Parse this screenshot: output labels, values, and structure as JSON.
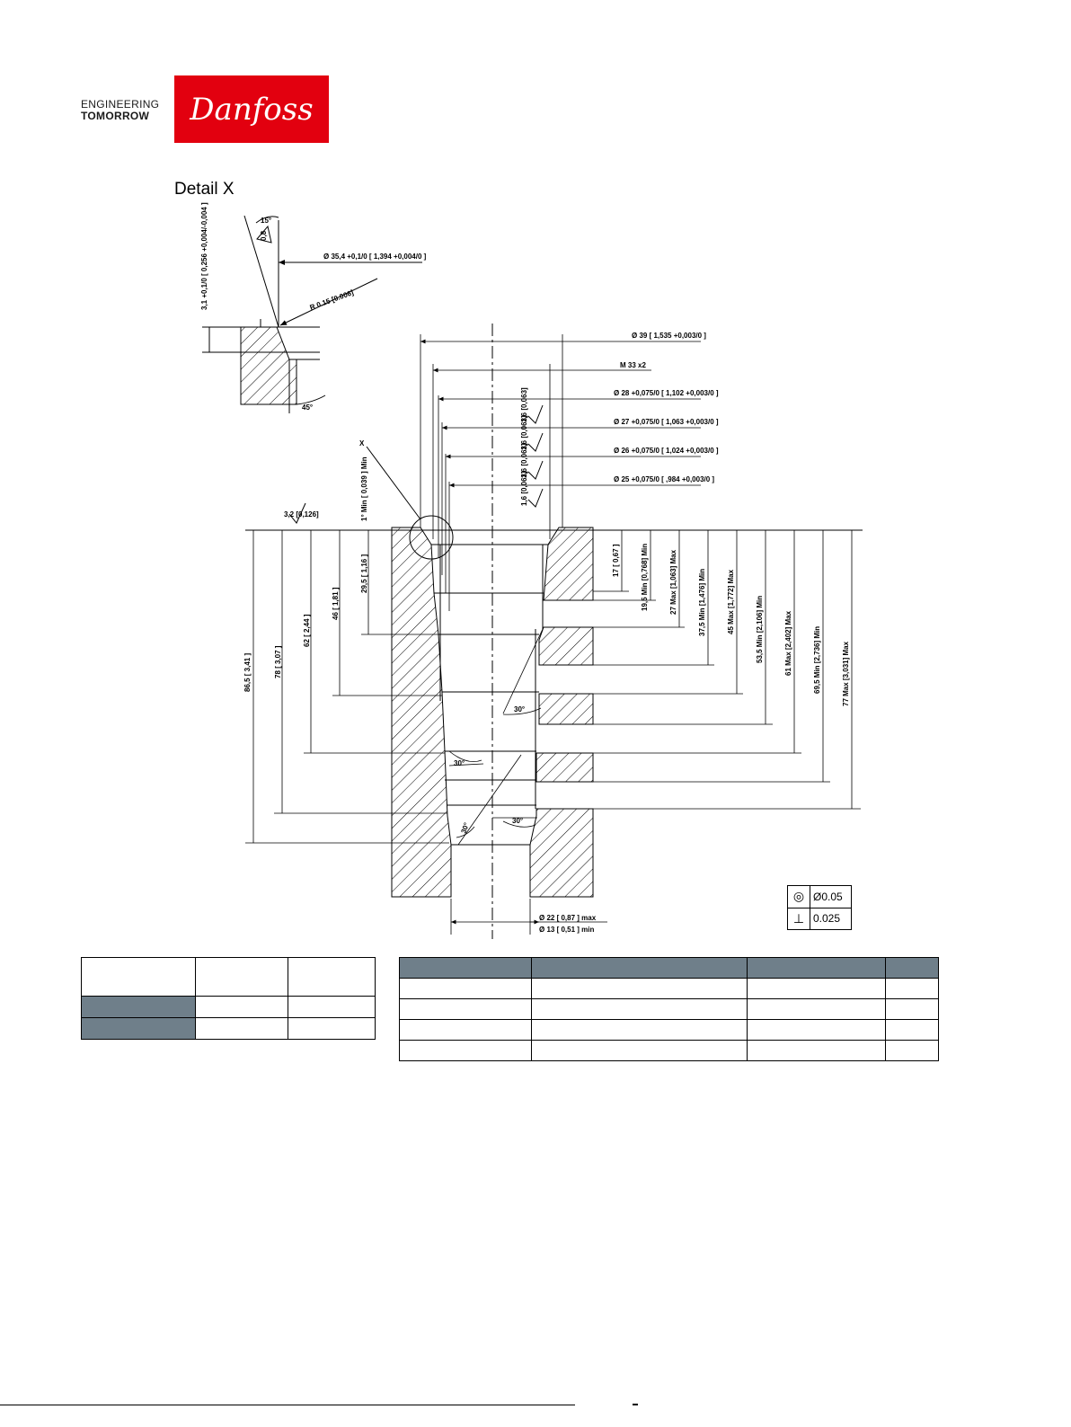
{
  "brand": {
    "tagline_line1": "ENGINEERING",
    "tagline_line2": "TOMORROW",
    "logo_text": "Danfoss",
    "logo_color": "#e2000f"
  },
  "detail_title": "Detail X",
  "detail_view": {
    "angle_top": "15°",
    "angle_bottom": "45°",
    "dia_label": "Ø 35,4 +0,1/0 [ 1,394 +0,004/0 ]",
    "radius_label": "R 0.15 [0.006]",
    "depth_label": "3,1 +0,1/0 [ 0,256 +0,004/-0,004 ]",
    "roughness": "0,8"
  },
  "section_dims": {
    "top_diameters": [
      "Ø 39 [ 1,535 +0,003/0 ]",
      "M 33 x2",
      "Ø 28 +0,075/0 [ 1,102 +0,003/0 ]",
      "Ø 27 +0,075/0 [ 1,063 +0,003/0 ]",
      "Ø 26 +0,075/0 [ 1,024 +0,003/0 ]",
      "Ø 25 +0,075/0 [ ,984 +0,003/0 ]"
    ],
    "roughness_marks": [
      "1,6 [0,063]",
      "1,6 [0,063]",
      "1,6 [0,063]",
      "1,6 [0,063]"
    ],
    "face_roughness": "3,2 [0,126]",
    "x_marker": "X",
    "min_chamfer": "1° Min [ 0,039 ] Min",
    "left_depths": [
      "86,5 [ 3,41 ]",
      "78 [ 3,07 ]",
      "62 [ 2,44 ]",
      "46 [ 1,81 ]",
      "29,5 [ 1,16 ]"
    ],
    "right_depths": [
      "17 [ 0,67 ]",
      "19,5 Min [0,768] Min",
      "27 Max [1,063] Max",
      "37,5 Min [1,476] Min",
      "45 Max [1,772] Max",
      "53,5 Min [2,106] Min",
      "61 Max [2,402] Max",
      "69,5 Min [2,736] Min",
      "77 Max [3,031] Max"
    ],
    "angles": [
      "30°",
      "30°",
      "30°",
      "30°"
    ],
    "bottom_dia_1": "Ø 22 [ 0,87 ] max",
    "bottom_dia_2": "Ø 13 [ 0,51 ] min"
  },
  "tolerances": {
    "concentricity": "Ø0.05",
    "perpendicularity": "0.025"
  },
  "colors": {
    "table_header": "#6f7f8a"
  }
}
